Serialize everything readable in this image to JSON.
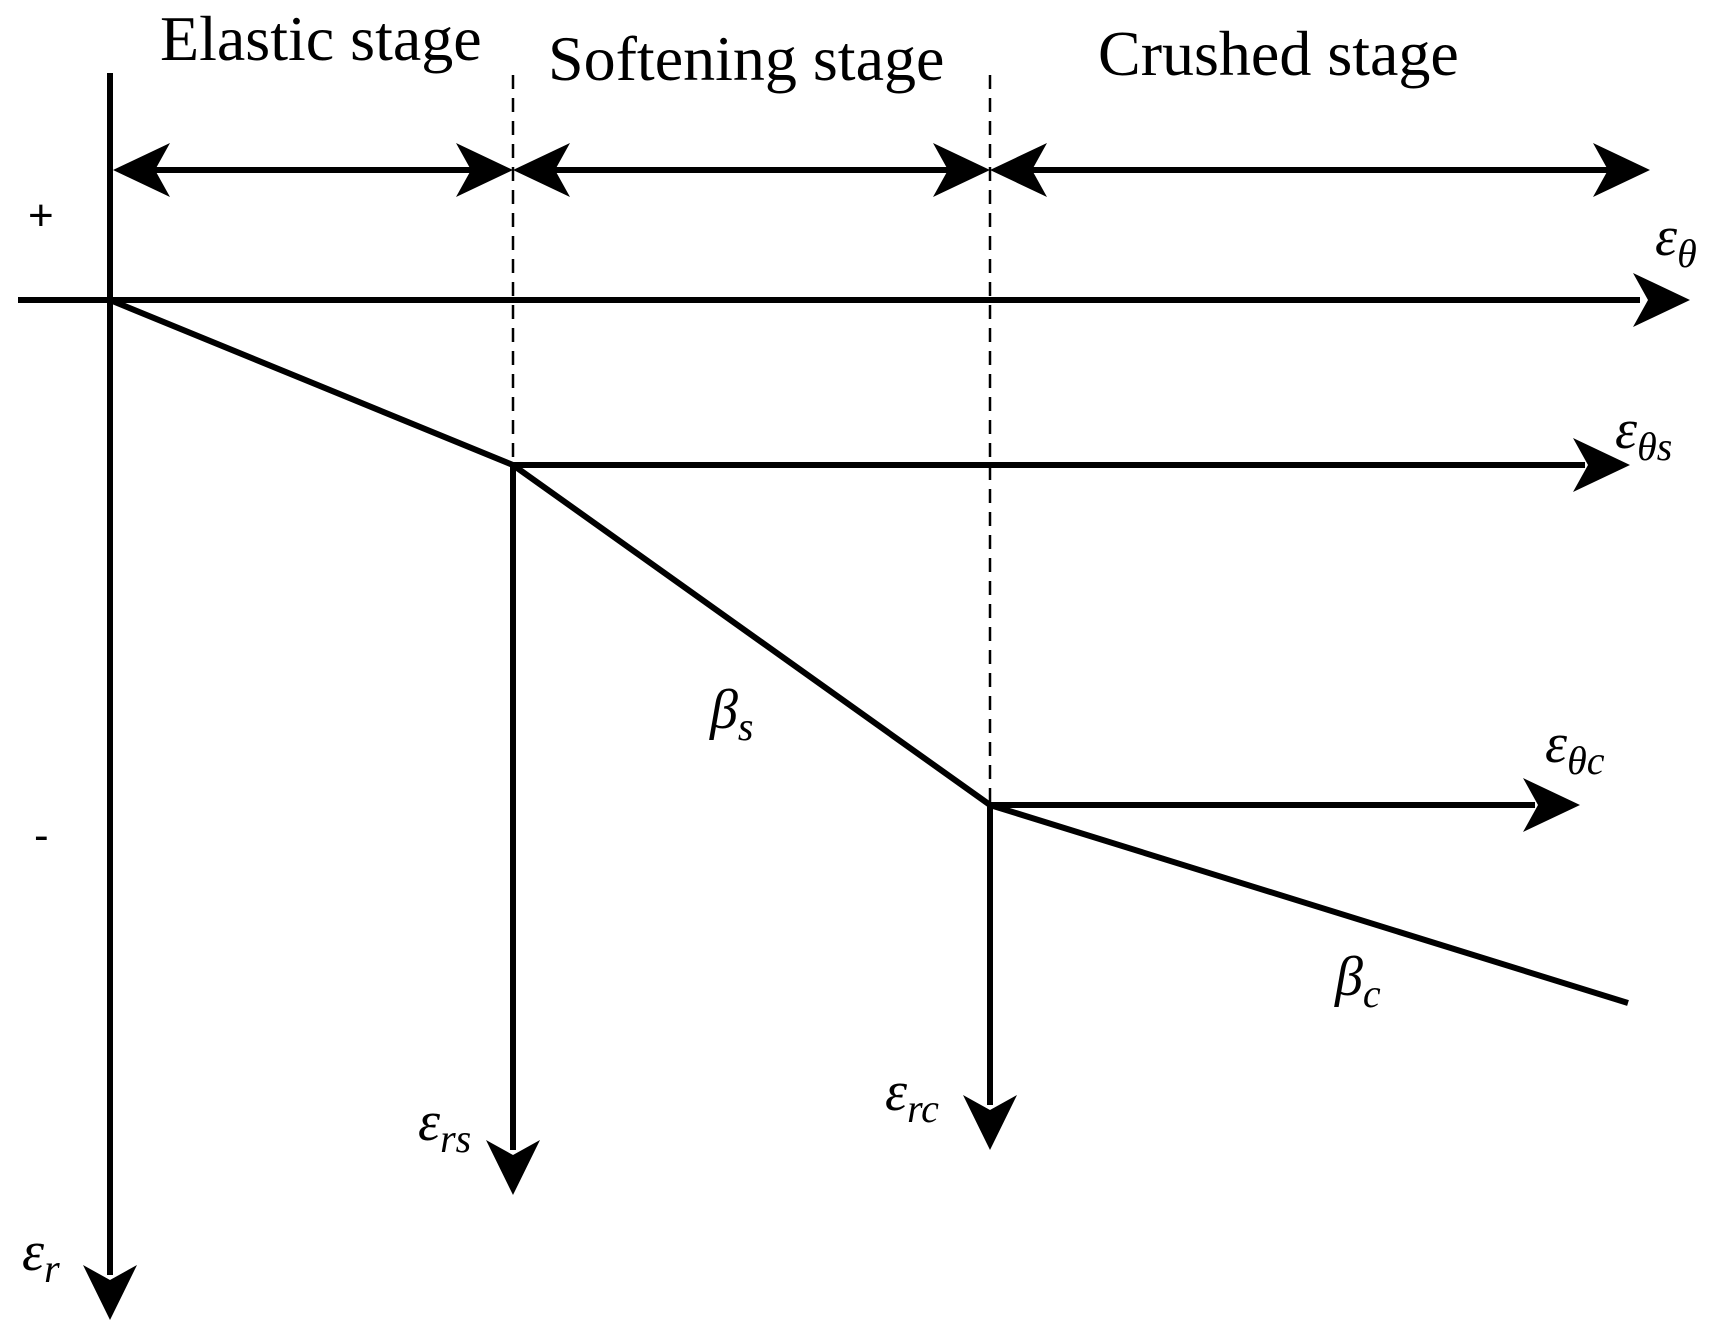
{
  "stages": {
    "elastic": "Elastic stage",
    "softening": "Softening stage",
    "crushed": "Crushed stage"
  },
  "signs": {
    "positive": "+",
    "negative": "-"
  },
  "symbols": {
    "theta_axis": {
      "main": "ε",
      "sub": "θ"
    },
    "r_axis": {
      "main": "ε",
      "sub": "r"
    },
    "theta_s": {
      "main": "ε",
      "sub": "θs"
    },
    "theta_c": {
      "main": "ε",
      "sub": "θc"
    },
    "r_s": {
      "main": "ε",
      "sub": "rs"
    },
    "r_c": {
      "main": "ε",
      "sub": "rc"
    },
    "beta_s": {
      "main": "β",
      "sub": "s"
    },
    "beta_c": {
      "main": "β",
      "sub": "c"
    }
  }
}
